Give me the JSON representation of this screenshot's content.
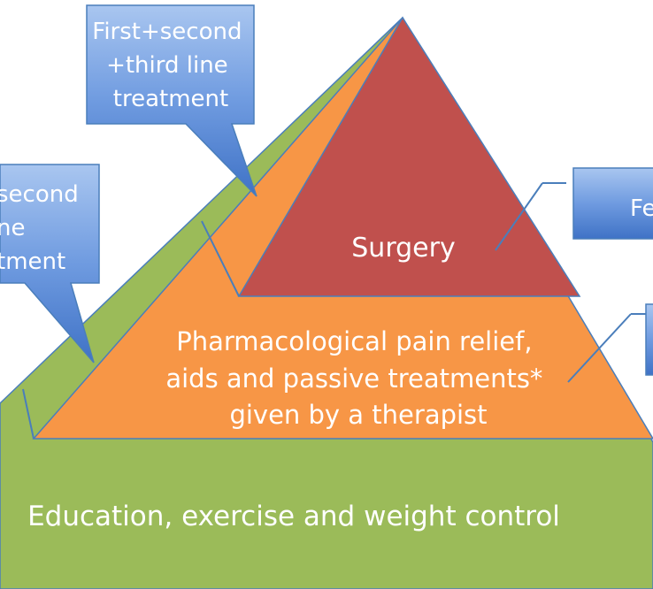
{
  "diagram": {
    "base_label": "Education, exercise and weight control",
    "middle_label_lines": [
      "Pharmacological pain relief,",
      "aids and passive treatments*",
      "given by a therapist"
    ],
    "top_label": "Surgery",
    "callouts": {
      "first_second_third": [
        "First+second",
        "+third line",
        "treatment"
      ],
      "first_second": [
        "second",
        "ne",
        "tment"
      ],
      "few": "Fe"
    },
    "colors": {
      "base": "#9bbb59",
      "middle": "#f79646",
      "top": "#c0504d",
      "callout": "#4f81bd",
      "connector": "#4a7ebb"
    }
  }
}
